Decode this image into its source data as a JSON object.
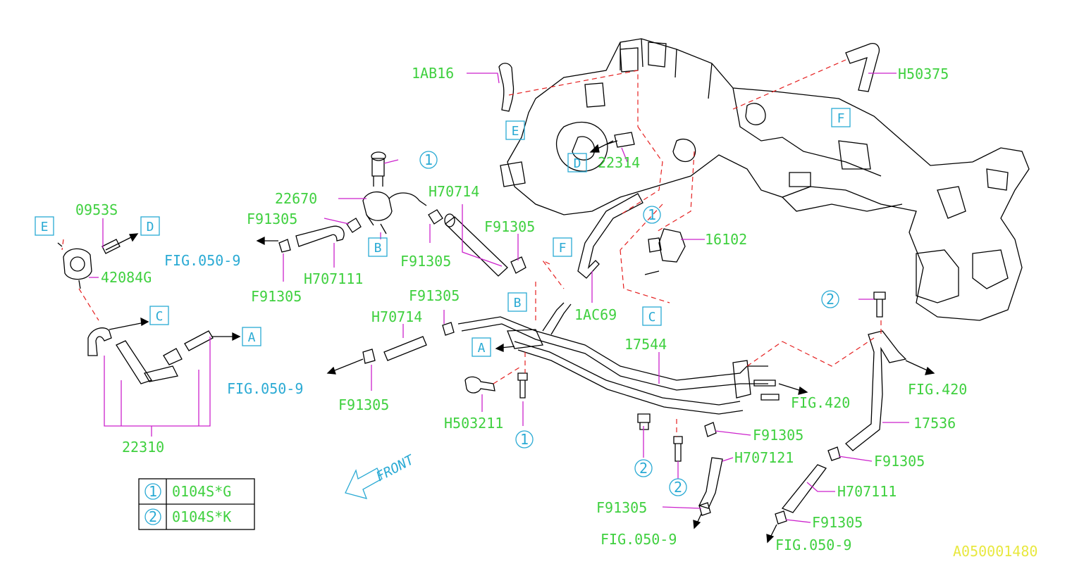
{
  "labels": {
    "p_1AB16": "1AB16",
    "p_H50375": "H50375",
    "p_22314": "22314",
    "p_22670": "22670",
    "p_H70714_top": "H70714",
    "p_0953S": "0953S",
    "p_F91305_a": "F91305",
    "p_F91305_b": "F91305",
    "p_F91305_c": "F91305",
    "p_F91305_d": "F91305",
    "p_F91305_e": "F91305",
    "p_F91305_f": "F91305",
    "p_F91305_g": "F91305",
    "p_F91305_h": "F91305",
    "p_F91305_i": "F91305",
    "p_F91305_j": "F91305",
    "p_FIG050_a": "FIG.050-9",
    "p_FIG050_b": "FIG.050-9",
    "p_FIG050_c": "FIG.050-9",
    "p_FIG050_d": "FIG.050-9",
    "p_H707111_a": "H707111",
    "p_H707111_b": "H707111",
    "p_42084G": "42084G",
    "p_16102": "16102",
    "p_1AC69": "1AC69",
    "p_H70714_mid": "H70714",
    "p_17544": "17544",
    "p_FIG420_a": "FIG.420",
    "p_FIG420_b": "FIG.420",
    "p_H503211": "H503211",
    "p_22310": "22310",
    "p_17536": "17536",
    "p_H707121": "H707121"
  },
  "ref_boxes": {
    "E1": "E",
    "D1": "D",
    "F1": "F",
    "B1": "B",
    "F2": "F",
    "E2": "E",
    "D2": "D",
    "C1": "C",
    "A1": "A",
    "B2": "B",
    "A2": "A",
    "C2": "C"
  },
  "callouts": {
    "one": "1",
    "two": "2"
  },
  "legend": {
    "row1_key": "1",
    "row1_code": "0104S*G",
    "row2_key": "2",
    "row2_code": "0104S*K"
  },
  "front_label": "FRONT",
  "drawing_code": "A050001480",
  "colors": {
    "part_number": "#3fd03f",
    "reference": "#2aaad4",
    "leader": "#cc22cc",
    "dashed_line": "#e52020",
    "drawing_code": "#e8e840"
  }
}
